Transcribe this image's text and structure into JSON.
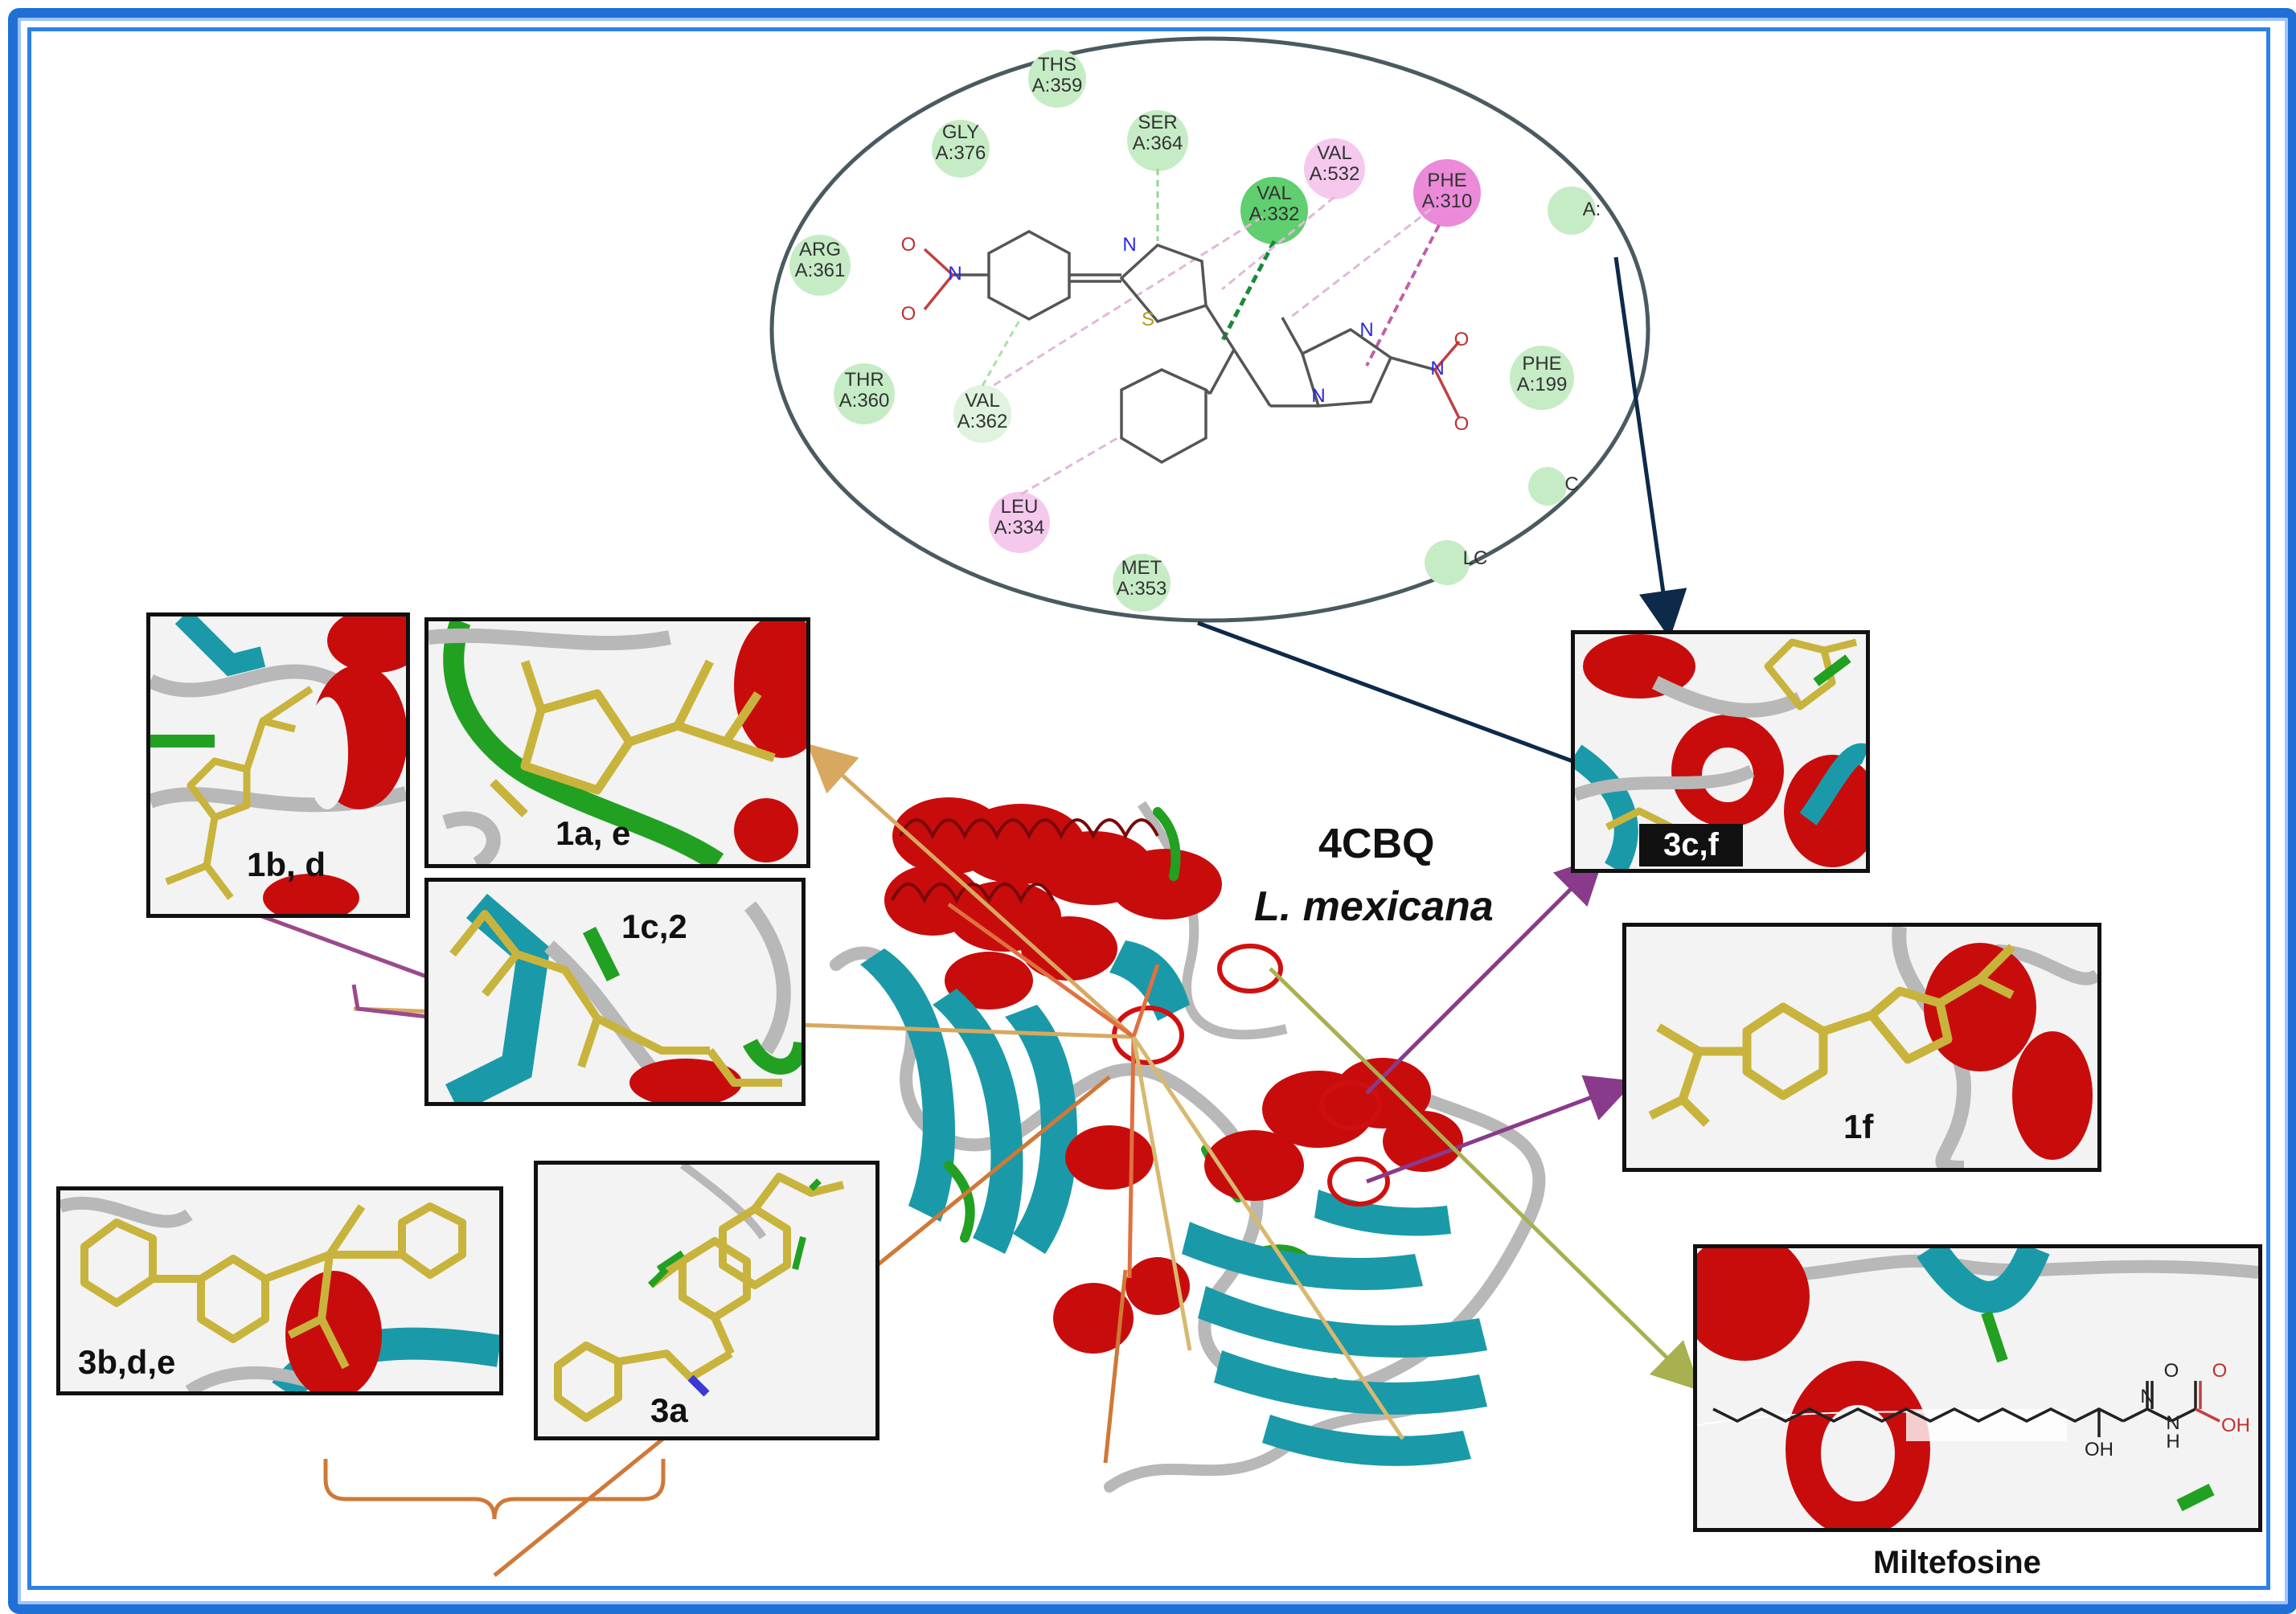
{
  "protein": {
    "code": "4CBQ",
    "organism": "L. mexicana"
  },
  "panels": {
    "p1bd": "1b, d",
    "p1ae": "1a, e",
    "p1c2": "1c,2",
    "p3bde": "3b,d,e",
    "p3a": "3a",
    "p3cf": "3c,f",
    "p1f": "1f",
    "pmil": "Miltefosine"
  },
  "residues": [
    {
      "name": "THS",
      "id": "A:359",
      "type": "vdw"
    },
    {
      "name": "GLY",
      "id": "A:376",
      "type": "vdw"
    },
    {
      "name": "SER",
      "id": "A:364",
      "type": "vdw"
    },
    {
      "name": "VAL",
      "id": "A:532",
      "type": "pi"
    },
    {
      "name": "VAL",
      "id": "A:332",
      "type": "hbond"
    },
    {
      "name": "PHE",
      "id": "A:310",
      "type": "pi-strong"
    },
    {
      "name": "A:",
      "id": "",
      "type": "vdw"
    },
    {
      "name": "ARG",
      "id": "A:361",
      "type": "vdw"
    },
    {
      "name": "THR",
      "id": "A:360",
      "type": "vdw"
    },
    {
      "name": "VAL",
      "id": "A:362",
      "type": "vdw"
    },
    {
      "name": "PHE",
      "id": "A:199",
      "type": "vdw"
    },
    {
      "name": "LEU",
      "id": "A:334",
      "type": "pi"
    },
    {
      "name": "MET",
      "id": "A:353",
      "type": "vdw"
    },
    {
      "name": "LC",
      "id": "",
      "type": "vdw"
    },
    {
      "name": "C",
      "id": "",
      "type": "vdw"
    }
  ],
  "atoms": {
    "n": "N",
    "s": "S",
    "o": "O",
    "oh": "OH",
    "h": "H"
  },
  "colors": {
    "helix": "#c80c0c",
    "sheet": "#1a9aa8",
    "coil": "#b8b8b8",
    "turn": "#22a022",
    "ligand": "#c8b43c",
    "frame": "#1f6fd6",
    "vdw": "#b9e6b9",
    "hbond": "#3fbf5f",
    "pi": "#f0b6e6",
    "pi_strong": "#e07ad0"
  }
}
